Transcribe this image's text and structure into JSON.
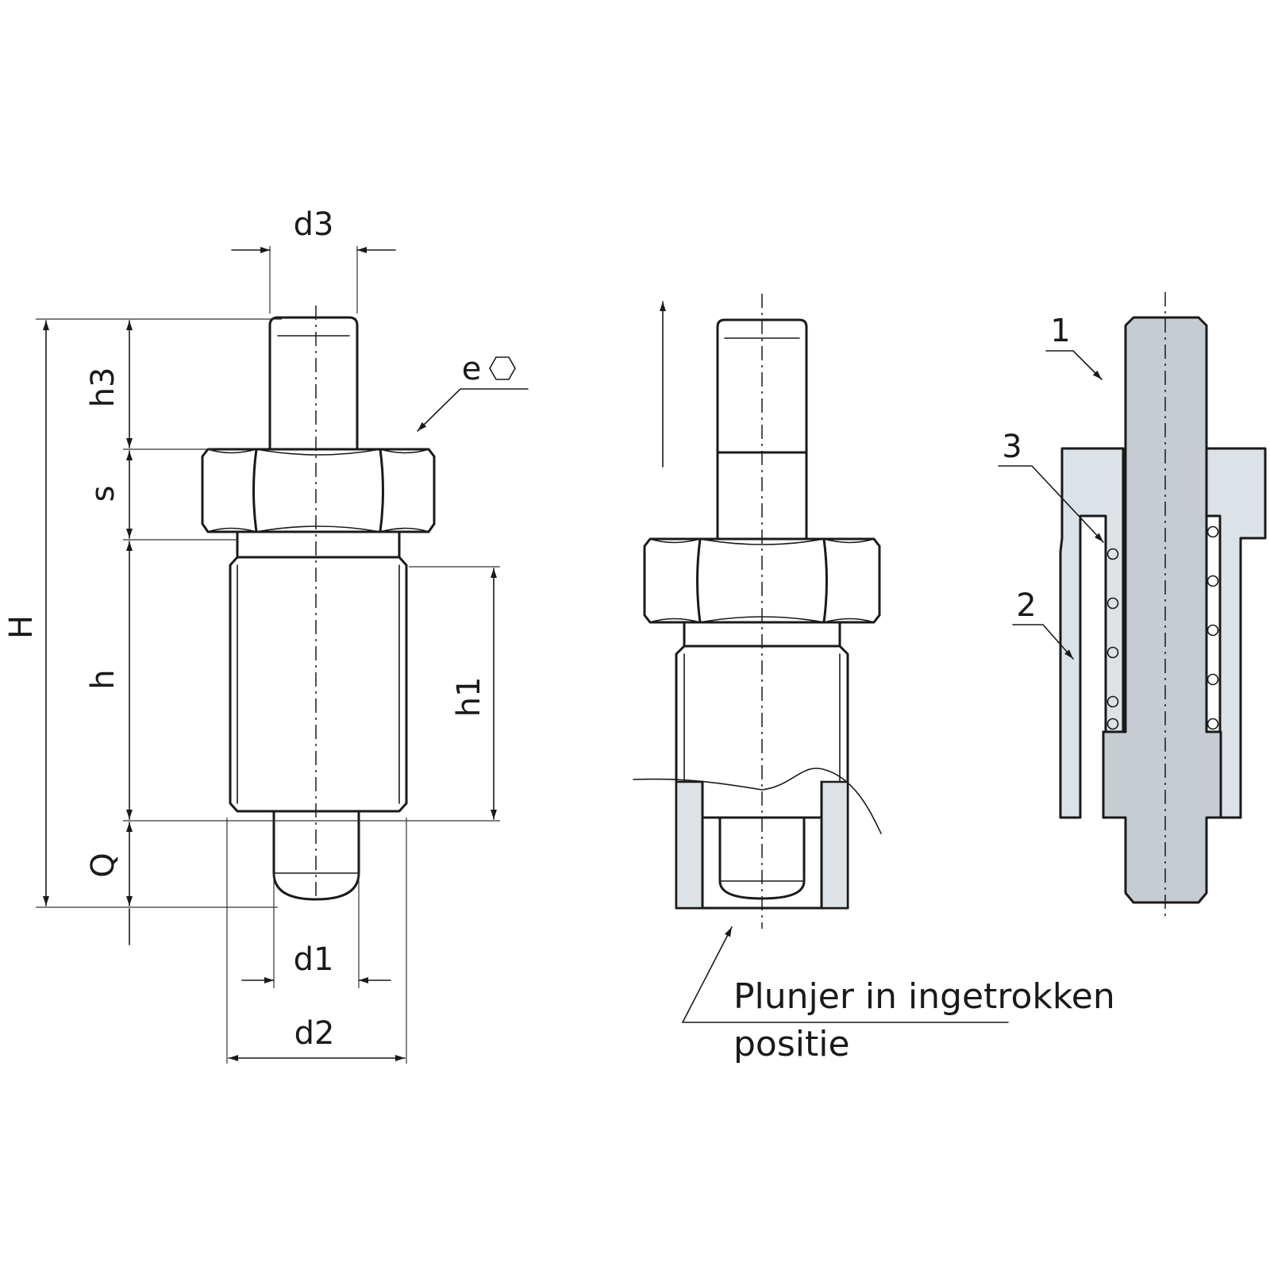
{
  "dimensions": {
    "d3": "d3",
    "h3": "h3",
    "s": "s",
    "h": "h",
    "H": "H",
    "h1": "h1",
    "Q": "Q",
    "d1": "d1",
    "d2": "d2",
    "e": "e"
  },
  "callout": {
    "line1": "Plunjer in ingetrokken",
    "line2": "positie"
  },
  "parts": {
    "p1": "1",
    "p2": "2",
    "p3": "3"
  },
  "colors": {
    "line": "#1a1a1a",
    "plunger_section": "#c6ccd2",
    "body_section": "#dde2e6"
  }
}
